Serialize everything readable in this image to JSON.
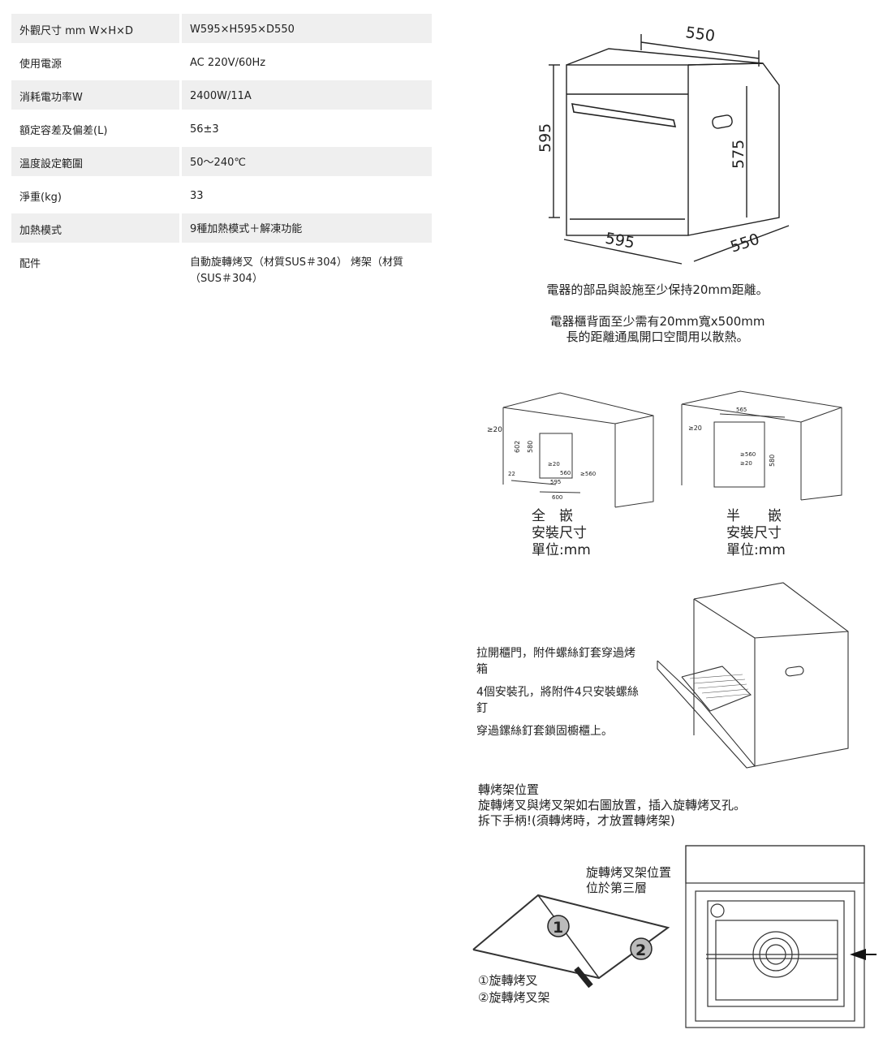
{
  "specs": [
    {
      "label": "外觀尺寸 mm W×H×D",
      "value": "W595×H595×D550"
    },
    {
      "label": "使用電源",
      "value": "AC 220V/60Hz"
    },
    {
      "label": "消耗電功率W",
      "value": "2400W/11A"
    },
    {
      "label": "額定容差及偏差(L)",
      "value": "56±3"
    },
    {
      "label": "溫度設定範圍",
      "value": "50～240℃"
    },
    {
      "label": "淨重(kg)",
      "value": "33"
    },
    {
      "label": "加熱模式",
      "value": "9種加熱模式＋解凍功能"
    },
    {
      "label": "配件",
      "value": "自動旋轉烤叉（材質SUS＃304） 烤架（材質（SUS＃304）"
    }
  ],
  "dimensions": {
    "top_depth": "550",
    "height": "595",
    "inner_height": "575",
    "width": "595",
    "side_depth": "550"
  },
  "clearance": {
    "line1": "電器的部品與設施至少保持20mm距離。",
    "line2": "電器櫃背面至少需有20mm寬x500mm",
    "line3": "長的距離通風開口空間用以散熱。"
  },
  "install": {
    "full": {
      "title": "全　嵌",
      "line2": "安裝尺寸",
      "unit": "單位:mm",
      "dims": [
        "≥20",
        "602",
        "580",
        "≥20",
        "560",
        "22",
        "595",
        "600",
        "≥560"
      ]
    },
    "half": {
      "title": "半　　嵌",
      "line2": "安裝尺寸",
      "unit": "單位:mm",
      "dims": [
        "565",
        "≥20",
        "≥560",
        "≥20",
        "580"
      ]
    }
  },
  "mounting": {
    "step1": "拉開櫃門，附件螺絲釘套穿過烤箱",
    "step2": "4個安裝孔，將附件4只安裝螺絲釘",
    "step3": "穿過鏍絲釘套鎖固櫥櫃上。"
  },
  "rotisserie": {
    "heading": "轉烤架位置",
    "line1": "旋轉烤叉與烤叉架如右圖放置，插入旋轉烤叉孔。",
    "line2": "拆下手柄!(須轉烤時，才放置轉烤架)",
    "position_line1": "旋轉烤叉架位置",
    "position_line2": "位於第三層",
    "marker1": "1",
    "marker2": "2",
    "legend1": "①旋轉烤叉",
    "legend2": "②旋轉烤叉架"
  }
}
